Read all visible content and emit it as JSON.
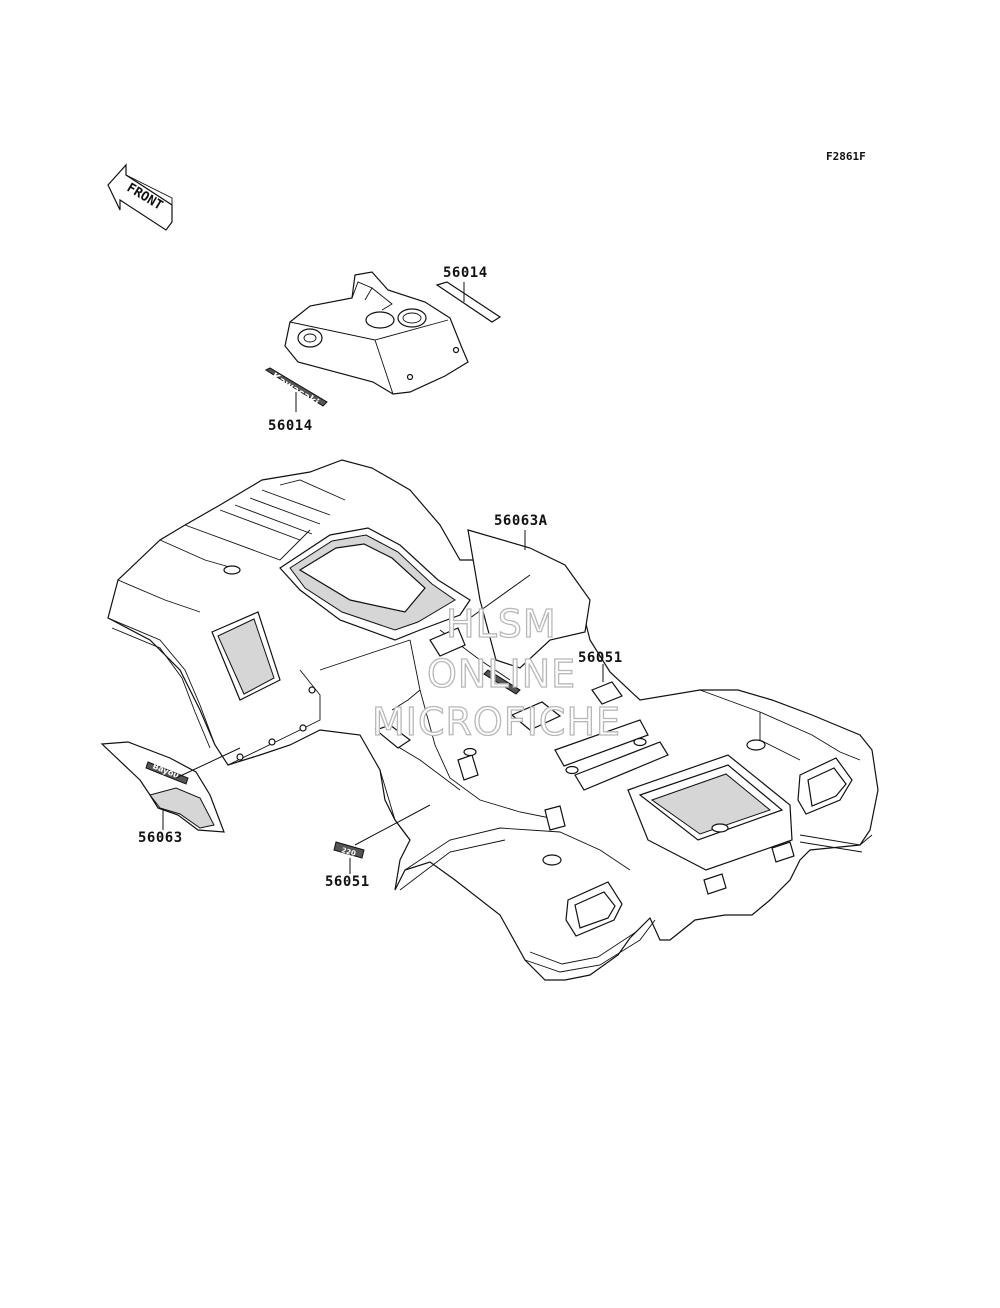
{
  "figure_code": "F2861F",
  "front_arrow_label": "FRONT",
  "part_labels": {
    "upper_decal": "56014",
    "lower_decal": "56014",
    "rear_side_decal": "56063A",
    "front_side_decal": "56063",
    "rear_emblem": "56051",
    "front_emblem": "56051"
  },
  "decal_text": {
    "kawasaki_logo": "Kawasaki",
    "bayou_logo": "Bayou",
    "model_badge": "220"
  },
  "watermark": {
    "line1": "HLSM",
    "line2": "ONLINE",
    "line3": "MICROFICHE"
  }
}
